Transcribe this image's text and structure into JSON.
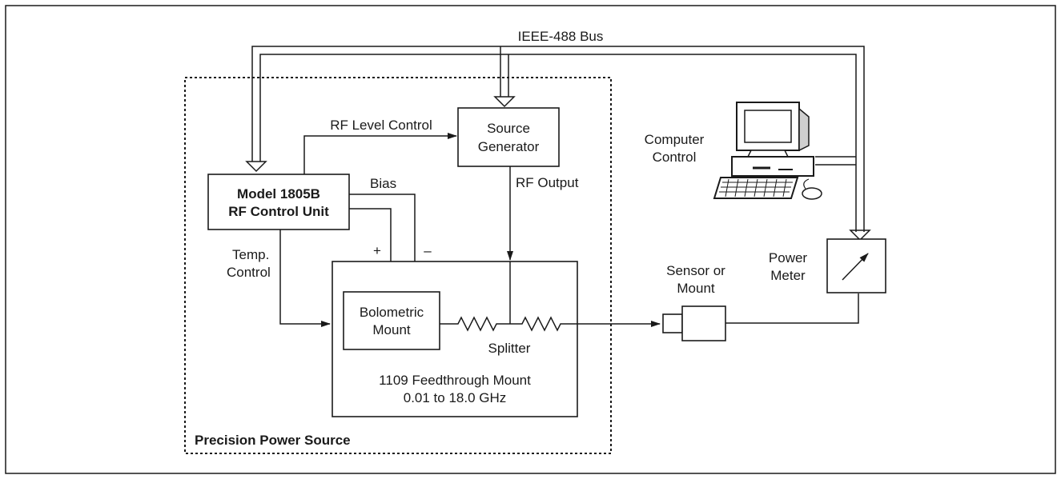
{
  "bus_label": "IEEE-488 Bus",
  "precision_source": {
    "title": "Precision Power Source"
  },
  "control_unit": {
    "line1": "Model 1805B",
    "line2": "RF Control Unit"
  },
  "source_generator": {
    "line1": "Source",
    "line2": "Generator"
  },
  "signals": {
    "rf_level": "RF Level Control",
    "bias": "Bias",
    "rf_output": "RF Output",
    "temp_line1": "Temp.",
    "temp_line2": "Control",
    "plus": "+",
    "minus": "–"
  },
  "feedthrough": {
    "bolometric_line1": "Bolometric",
    "bolometric_line2": "Mount",
    "splitter": "Splitter",
    "line1": "1109 Feedthrough Mount",
    "line2": "0.01 to 18.0 GHz"
  },
  "computer": {
    "line1": "Computer",
    "line2": "Control",
    "icon": "desktop-computer-icon"
  },
  "sensor": {
    "line1": "Sensor or",
    "line2": "Mount"
  },
  "power_meter": {
    "line1": "Power",
    "line2": "Meter",
    "icon": "meter-needle-icon"
  }
}
